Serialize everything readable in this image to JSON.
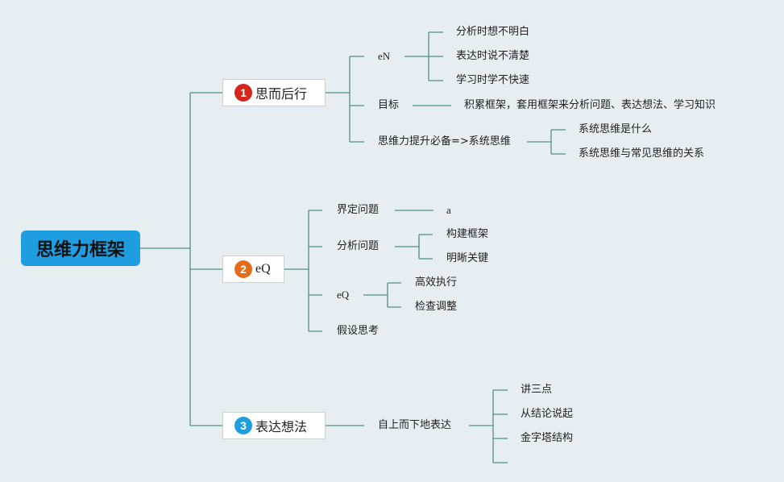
{
  "root": {
    "label": "思维力框架"
  },
  "colors": {
    "line": "#4f8f82",
    "root_bg": "#1e9ee0",
    "badge1": "#d4261d",
    "badge2": "#e26c1c",
    "badge3": "#1e9ee0"
  },
  "branch1": {
    "number": "1",
    "label": "思而后行",
    "en": {
      "label": "eN",
      "items": [
        "分析时想不明白",
        "表达时说不清楚",
        "学习时学不快速"
      ]
    },
    "goal": {
      "label": "目标",
      "value": "积累框架，套用框架来分析问题、表达想法、学习知识"
    },
    "upgrade": {
      "label": "思维力提升必备=>系统思维",
      "items": [
        "系统思维是什么",
        "系统思维与常见思维的关系"
      ]
    }
  },
  "branch2": {
    "number": "2",
    "label": "eQ",
    "define": {
      "label": "界定问题",
      "value": "a"
    },
    "analyze": {
      "label": "分析问题",
      "items": [
        "构建框架",
        "明晰关键"
      ]
    },
    "eq": {
      "label": "eQ",
      "items": [
        "高效执行",
        "检查调整"
      ]
    },
    "hypothesis": {
      "label": "假设思考"
    }
  },
  "branch3": {
    "number": "3",
    "label": "表达想法",
    "topdown": {
      "label": "自上而下地表达",
      "items": [
        "讲三点",
        "从结论说起",
        "金字塔结构",
        ""
      ]
    }
  }
}
